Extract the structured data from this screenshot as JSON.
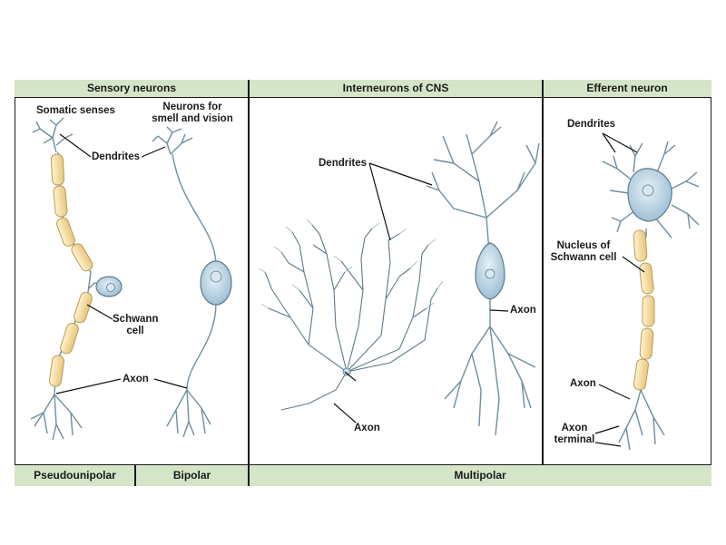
{
  "headers": {
    "sensory": "Sensory neurons",
    "interneurons": "Interneurons of CNS",
    "efferent": "Efferent neuron"
  },
  "footers": {
    "pseudounipolar": "Pseudounipolar",
    "bipolar": "Bipolar",
    "multipolar": "Multipolar"
  },
  "labels": {
    "somatic_senses": "Somatic senses",
    "neurons_for_line1": "Neurons for",
    "neurons_for_line2": "smell and vision",
    "dendrites_sensory": "Dendrites",
    "schwann_line1": "Schwann",
    "schwann_line2": "cell",
    "axon_sensory": "Axon",
    "dendrites_inter": "Dendrites",
    "axon_inter_right": "Axon",
    "axon_inter_bottom": "Axon",
    "dendrites_eff": "Dendrites",
    "nucleus_line1": "Nucleus of",
    "nucleus_line2": "Schwann cell",
    "axon_eff": "Axon",
    "axon_terminal_line1": "Axon",
    "axon_terminal_line2": "terminal"
  },
  "colors": {
    "header_fill": "#d4e5c8",
    "cell_body": "#bcd6e6",
    "myelin": "#f4dfa6",
    "outline": "#5d7c8c"
  }
}
